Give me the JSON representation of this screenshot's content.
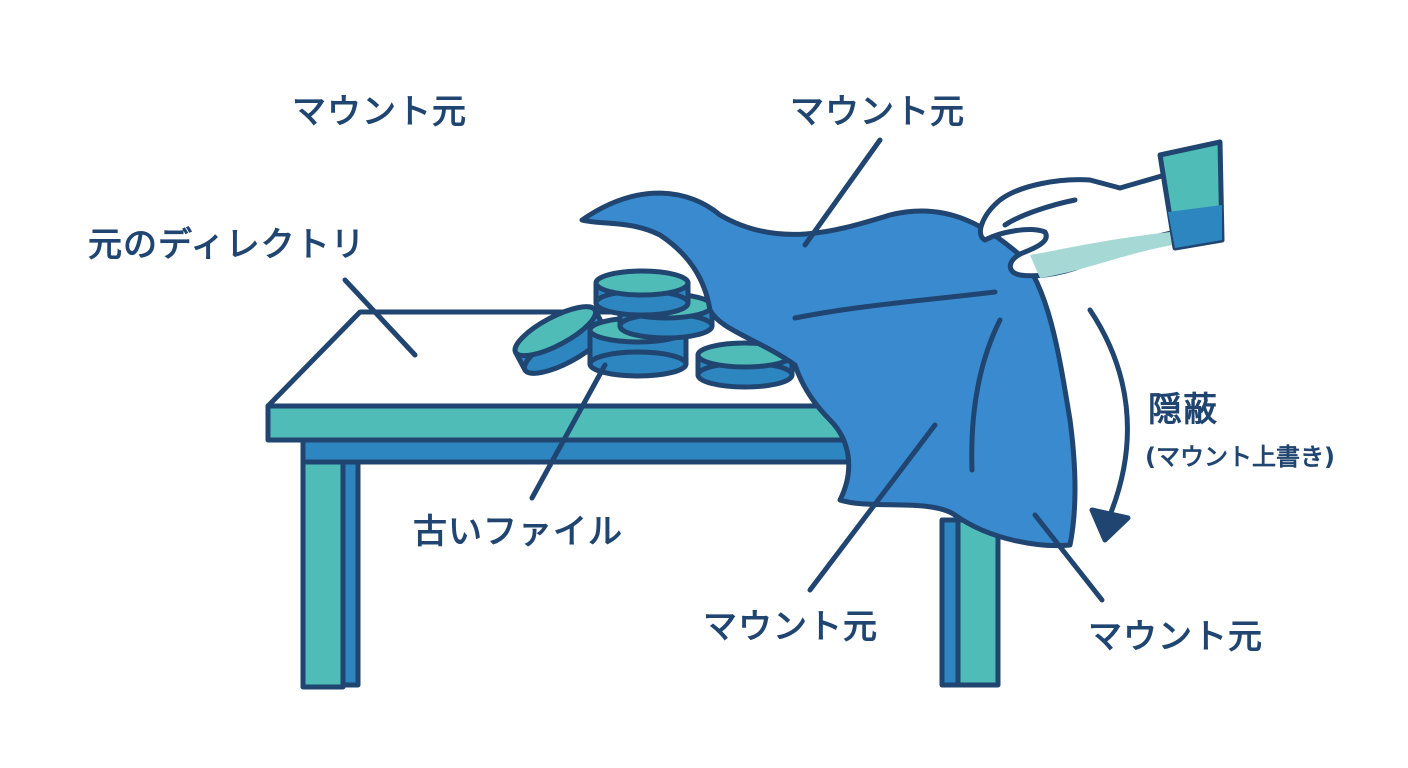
{
  "colors": {
    "outline": "#1f4570",
    "teal": "#4fbcb8",
    "mid_blue": "#2e86c1",
    "cloth_blue": "#3a8ad0",
    "hand_white": "#ffffff",
    "hand_shadow": "#a6d9d6",
    "background": "#ffffff"
  },
  "labels": {
    "mount_source_top_left": "マウント元",
    "mount_source_top_right": "マウント元",
    "original_directory": "元のディレクトリ",
    "old_files": "古いファイル",
    "hidden": "隠蔽",
    "hidden_sub": "(マウント上書き)",
    "mount_source_bottom_center": "マウント元",
    "mount_source_bottom_right": "マウント元"
  }
}
